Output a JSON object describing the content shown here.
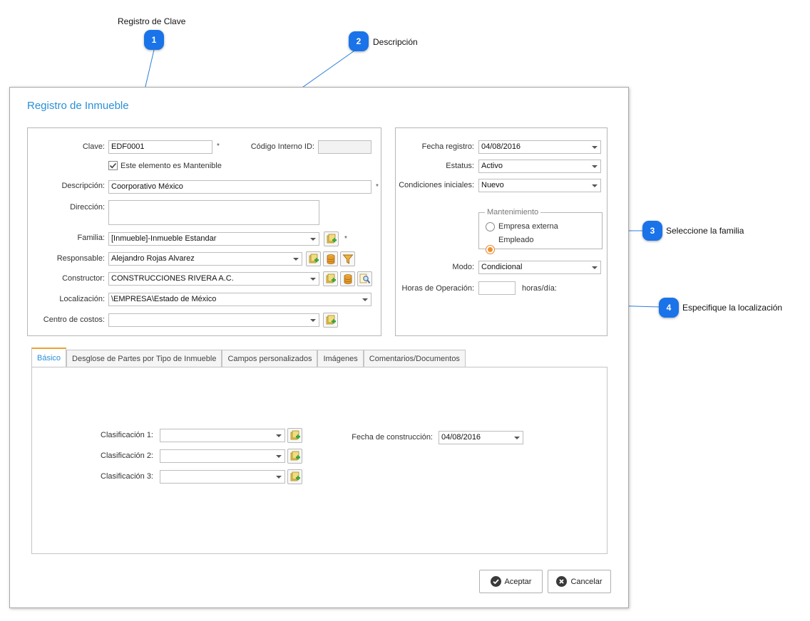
{
  "callouts": [
    {
      "num": "1",
      "label": "Registro de Clave"
    },
    {
      "num": "2",
      "label": "Descripción"
    },
    {
      "num": "3",
      "label": "Seleccione la familia"
    },
    {
      "num": "4",
      "label": "Especifique la localización"
    }
  ],
  "colors": {
    "accent": "#2a8fd6",
    "badge": "#1a73e8",
    "callout_line": "#2b7fd8",
    "tab_active_top": "#f0a030"
  },
  "window": {
    "title": "Registro de Inmueble"
  },
  "left_group": {
    "clave": {
      "label": "Clave:",
      "value": "EDF0001",
      "required": "*"
    },
    "codigo": {
      "label": "Código Interno ID:",
      "value": ""
    },
    "mantenible": {
      "label": "Este elemento es Mantenible",
      "checked": true
    },
    "descripcion": {
      "label": "Descripción:",
      "value": "Coorporativo México",
      "required": "*"
    },
    "direccion": {
      "label": "Dirección:",
      "value": ""
    },
    "familia": {
      "label": "Familia:",
      "value": "[Inmueble]-Inmueble Estandar",
      "required": "*"
    },
    "responsable": {
      "label": "Responsable:",
      "value": "Alejandro Rojas Alvarez"
    },
    "constructor": {
      "label": "Constructor:",
      "value": "CONSTRUCCIONES RIVERA A.C."
    },
    "localizacion": {
      "label": "Localización:",
      "value": "\\EMPRESA\\Estado de México"
    },
    "centro": {
      "label": "Centro de costos:",
      "value": ""
    }
  },
  "right_group": {
    "fecha_registro": {
      "label": "Fecha registro:",
      "value": "04/08/2016"
    },
    "estatus": {
      "label": "Estatus:",
      "value": "Activo"
    },
    "condiciones": {
      "label": "Condiciones iniciales:",
      "value": "Nuevo"
    },
    "mantenimiento": {
      "legend": "Mantenimiento",
      "options": [
        {
          "label": "Empresa externa",
          "selected": false
        },
        {
          "label": "Empleado",
          "selected": true
        }
      ]
    },
    "modo": {
      "label": "Modo:",
      "value": "Condicional"
    },
    "horas": {
      "label": "Horas de Operación:",
      "value": "",
      "unit": "horas/día:"
    }
  },
  "tabs": [
    {
      "label": "Básico",
      "active": true
    },
    {
      "label": "Desglose de Partes por Tipo de Inmueble",
      "active": false
    },
    {
      "label": "Campos personalizados",
      "active": false
    },
    {
      "label": "Imágenes",
      "active": false
    },
    {
      "label": "Comentarios/Documentos",
      "active": false
    }
  ],
  "basico": {
    "clasificacion1": {
      "label": "Clasificación 1:",
      "value": ""
    },
    "clasificacion2": {
      "label": "Clasificación 2:",
      "value": ""
    },
    "clasificacion3": {
      "label": "Clasificación 3:",
      "value": ""
    },
    "fecha_construccion": {
      "label": "Fecha de construcción:",
      "value": "04/08/2016"
    }
  },
  "buttons": {
    "aceptar": "Aceptar",
    "cancelar": "Cancelar"
  },
  "icons": {
    "add": "add-record-icon",
    "database": "database-icon",
    "filter": "filter-icon",
    "search": "search-icon",
    "ok": "check-circle-icon",
    "cancel": "x-circle-icon"
  }
}
